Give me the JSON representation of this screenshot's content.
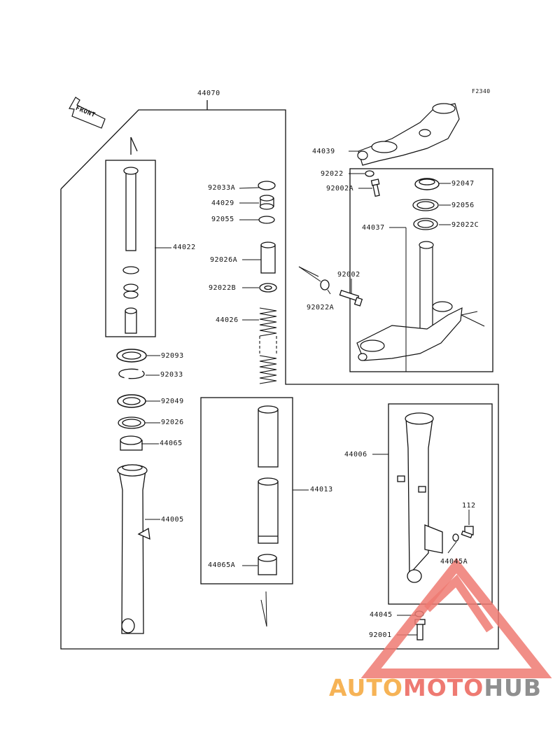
{
  "diagram": {
    "figure_code": "F2340",
    "front_label": "FRONT",
    "part_labels": {
      "p44070": "44070",
      "p44039": "44039",
      "p92022_top": "92022",
      "p92002A_top": "92002A",
      "p92047": "92047",
      "p92056": "92056",
      "p44037": "44037",
      "p92022C": "92022C",
      "p92002": "92002",
      "p92022A": "92022A",
      "p92033A": "92033A",
      "p44029": "44029",
      "p92055": "92055",
      "p92026A": "92026A",
      "p92022B": "92022B",
      "p44026": "44026",
      "p44022": "44022",
      "p92093": "92093",
      "p92033": "92033",
      "p92049": "92049",
      "p92026": "92026",
      "p44065": "44065",
      "p44005": "44005",
      "p44013": "44013",
      "p44065A": "44065A",
      "p44006": "44006",
      "p112": "112",
      "p44045A": "44045A",
      "p44045": "44045",
      "p92001": "92001"
    }
  },
  "watermark": {
    "part1": "AUTO",
    "part2": "MOTO",
    "part3": "HUB"
  }
}
